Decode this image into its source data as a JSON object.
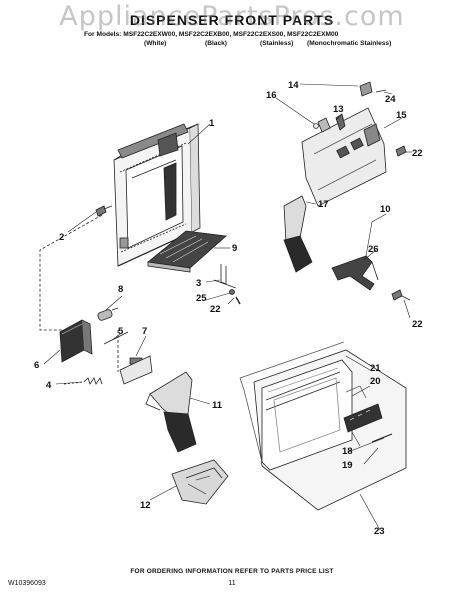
{
  "watermark": "AppliancePartsPros.com",
  "title": "DISPENSER FRONT PARTS",
  "models": {
    "line1": "For Models: MSF22C2EXW00, MSF22C2EXB00, MSF22C2EXS00, MSF22C2EXM00",
    "white": "(White)",
    "black": "(Black)",
    "stainless": "(Stainless)",
    "mono": "(Monochromatic Stainless)"
  },
  "callouts": [
    "1",
    "2",
    "3",
    "4",
    "5",
    "6",
    "7",
    "8",
    "9",
    "10",
    "11",
    "12",
    "13",
    "14",
    "15",
    "16",
    "17",
    "18",
    "19",
    "20",
    "21",
    "22",
    "22",
    "22",
    "23",
    "24",
    "25",
    "26"
  ],
  "footer": {
    "ordering": "FOR ORDERING INFORMATION REFER TO PARTS PRICE LIST",
    "doc_number": "W10396093",
    "page": "11"
  }
}
